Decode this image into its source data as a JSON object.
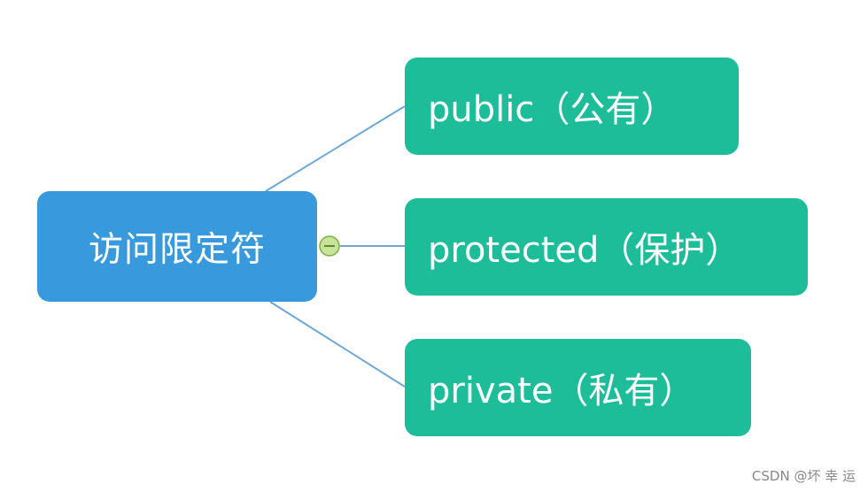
{
  "diagram": {
    "root": {
      "label": "访问限定符"
    },
    "children": [
      {
        "label": "public（公有）"
      },
      {
        "label": "protected（保护）"
      },
      {
        "label": "private（私有）"
      }
    ],
    "colors": {
      "root": "#3899dc",
      "child": "#1dbd9a",
      "connector": "#6ea7d6",
      "collapse_fill": "#c9e39a",
      "collapse_stroke": "#7ab041"
    }
  },
  "watermark": "CSDN @坏 幸 运"
}
